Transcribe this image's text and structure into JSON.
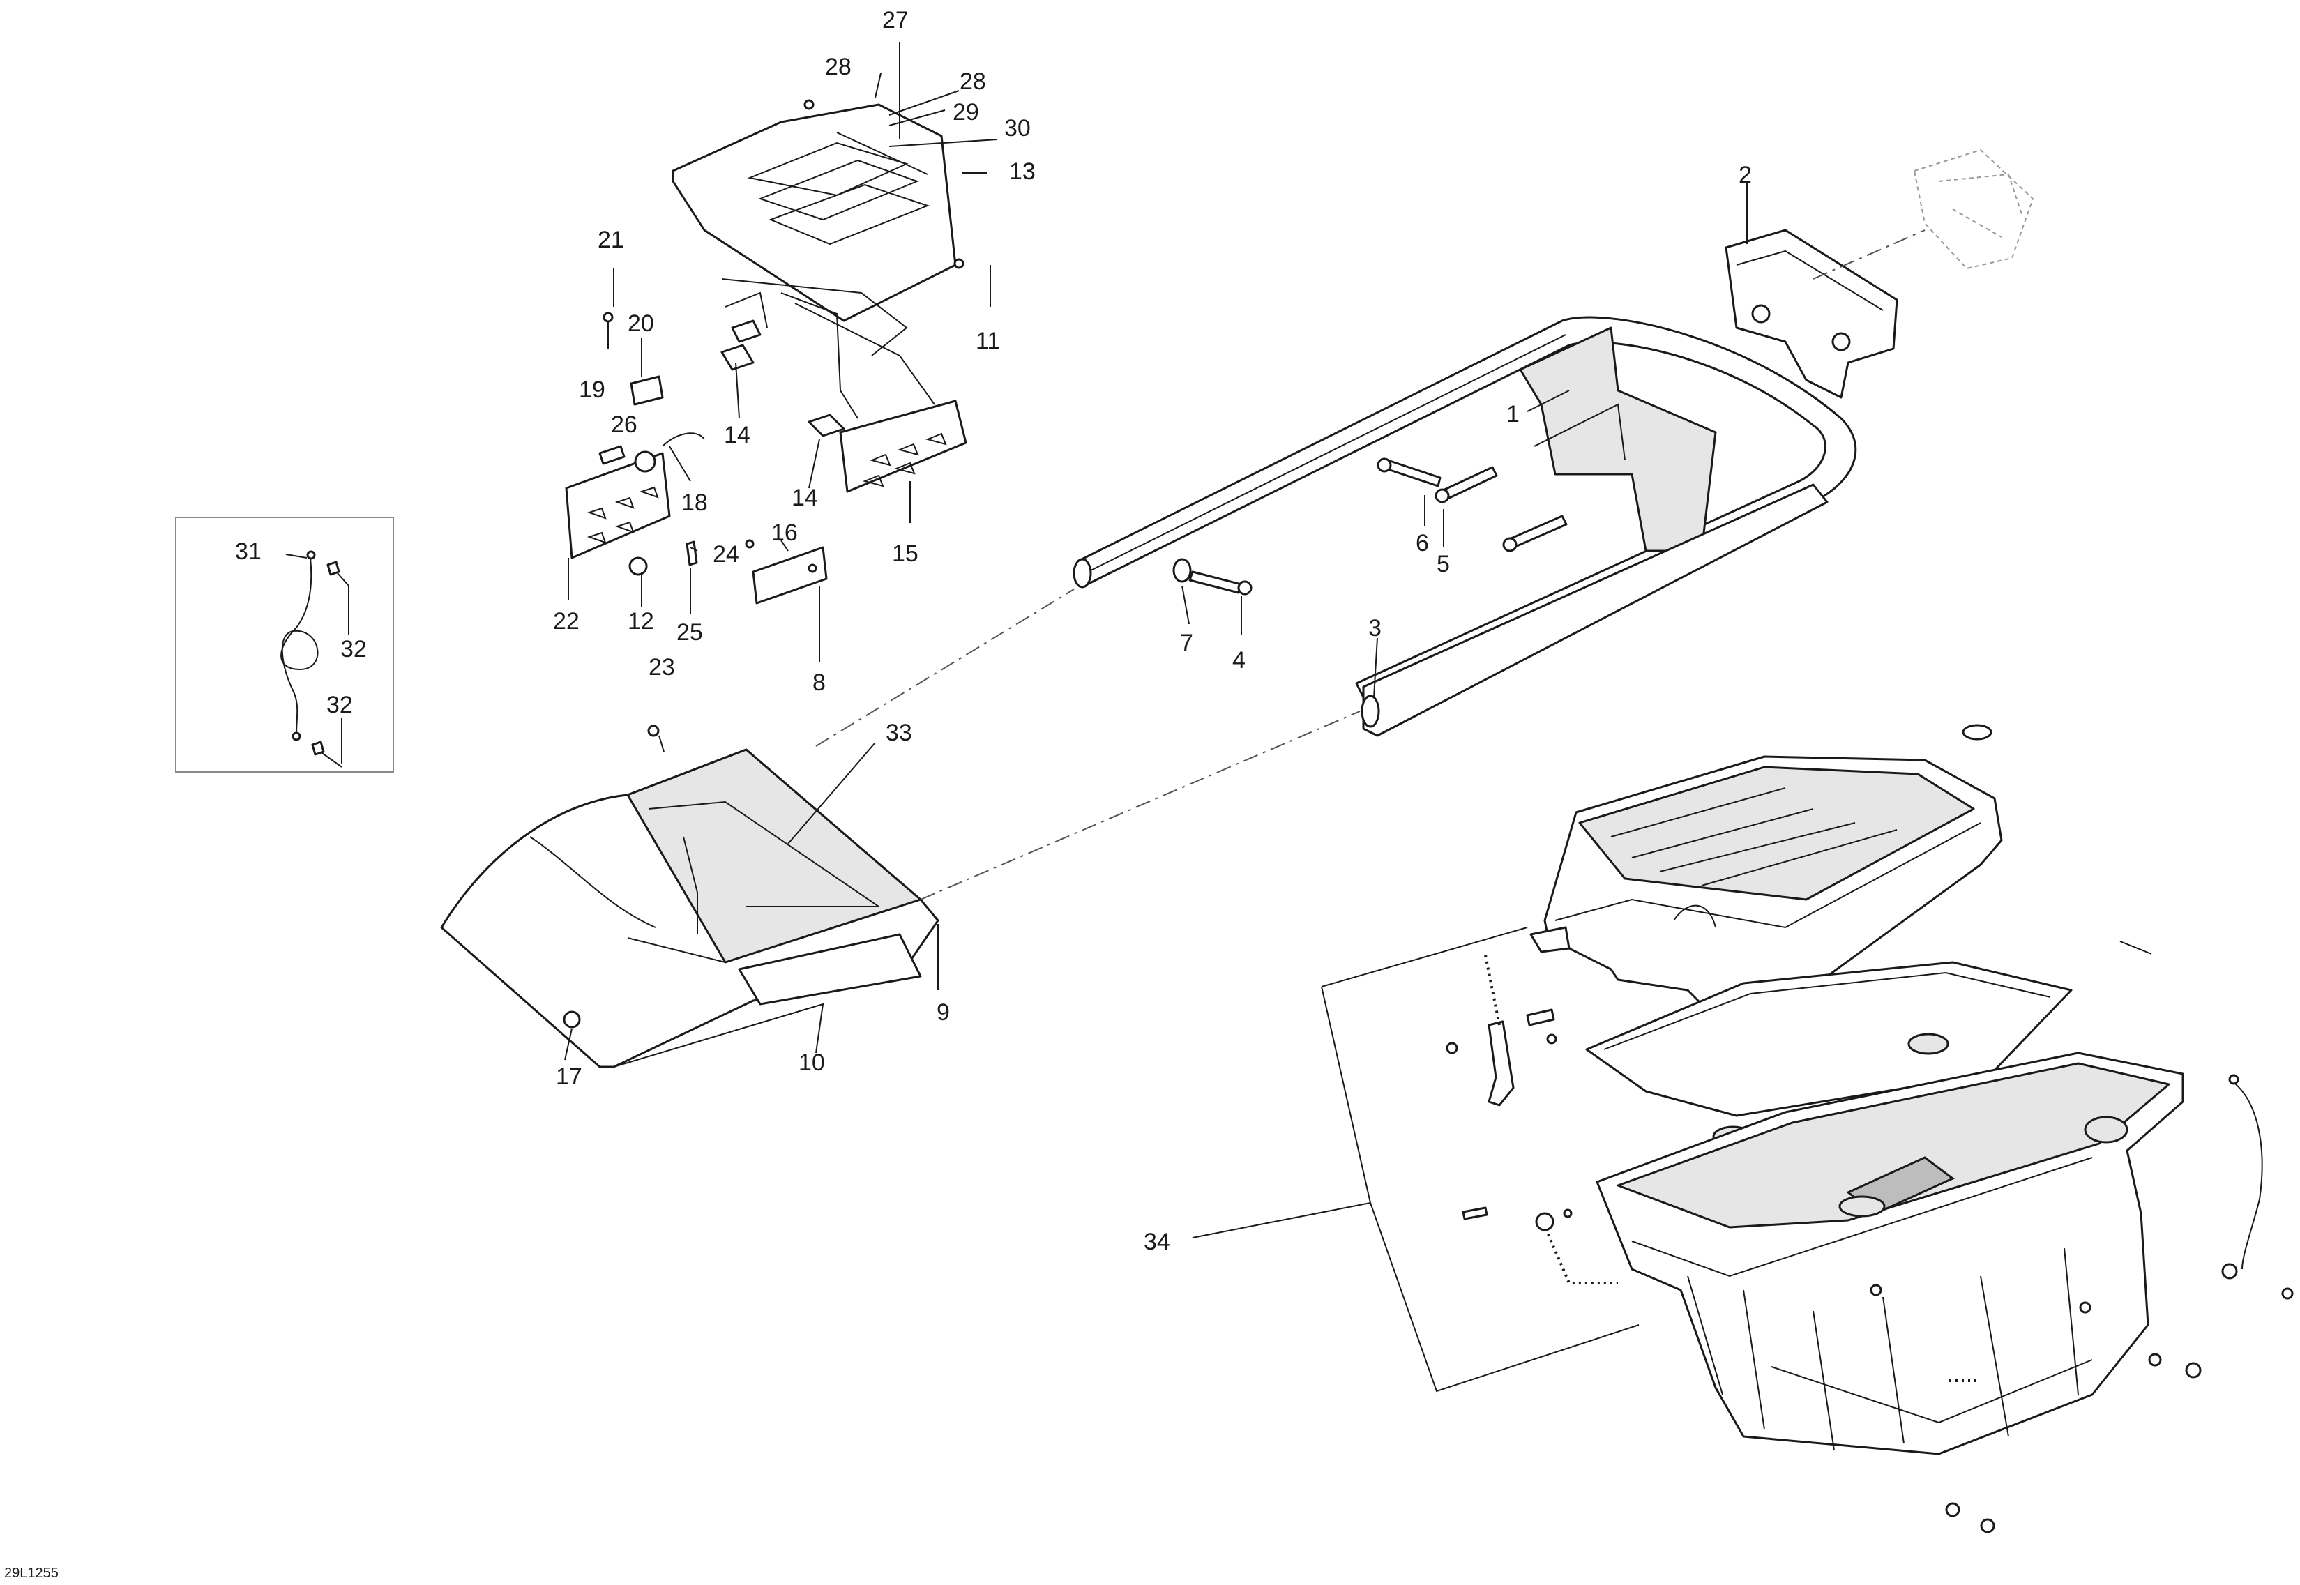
{
  "drawing_code": "29L1255",
  "callouts": {
    "c1": "1",
    "c2": "2",
    "c3": "3",
    "c4": "4",
    "c5": "5",
    "c6": "6",
    "c7": "7",
    "c8": "8",
    "c9": "9",
    "c10": "10",
    "c11": "11",
    "c12": "12",
    "c13": "13",
    "c14a": "14",
    "c14b": "14",
    "c15": "15",
    "c16": "16",
    "c17": "17",
    "c18": "18",
    "c19": "19",
    "c20": "20",
    "c21": "21",
    "c22": "22",
    "c23": "23",
    "c24": "24",
    "c25": "25",
    "c26": "26",
    "c27": "27",
    "c28a": "28",
    "c28b": "28",
    "c29": "29",
    "c30": "30",
    "c31": "31",
    "c32a": "32",
    "c32b": "32",
    "c33": "33",
    "c34": "34"
  }
}
